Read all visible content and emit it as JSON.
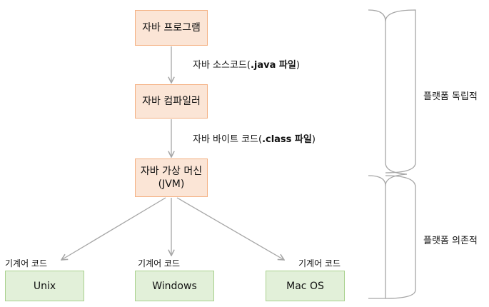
{
  "nodes": {
    "program": "자바 프로그램",
    "compiler": "자바 컴파일러",
    "jvm_line1": "자바 가상 머신",
    "jvm_line2": "(JVM)",
    "unix": "Unix",
    "windows": "Windows",
    "macos": "Mac OS"
  },
  "edges": {
    "source_prefix": "자바 소스코드(",
    "source_bold": ".java 파일",
    "source_suffix": ")",
    "bytecode_prefix": "자바 바이트 코드(",
    "bytecode_bold": ".class 파일",
    "bytecode_suffix": ")"
  },
  "machine_code_labels": [
    "기계어 코드",
    "기계어 코드",
    "기계어 코드"
  ],
  "braces": {
    "independent": "플랫폼 독립적",
    "dependent": "플랫폼 의존적"
  },
  "colors": {
    "orange_fill": "#fbe5d6",
    "orange_border": "#f4b183",
    "green_fill": "#e2f0d9",
    "green_border": "#a9d18e",
    "line": "#a6a6a6"
  }
}
